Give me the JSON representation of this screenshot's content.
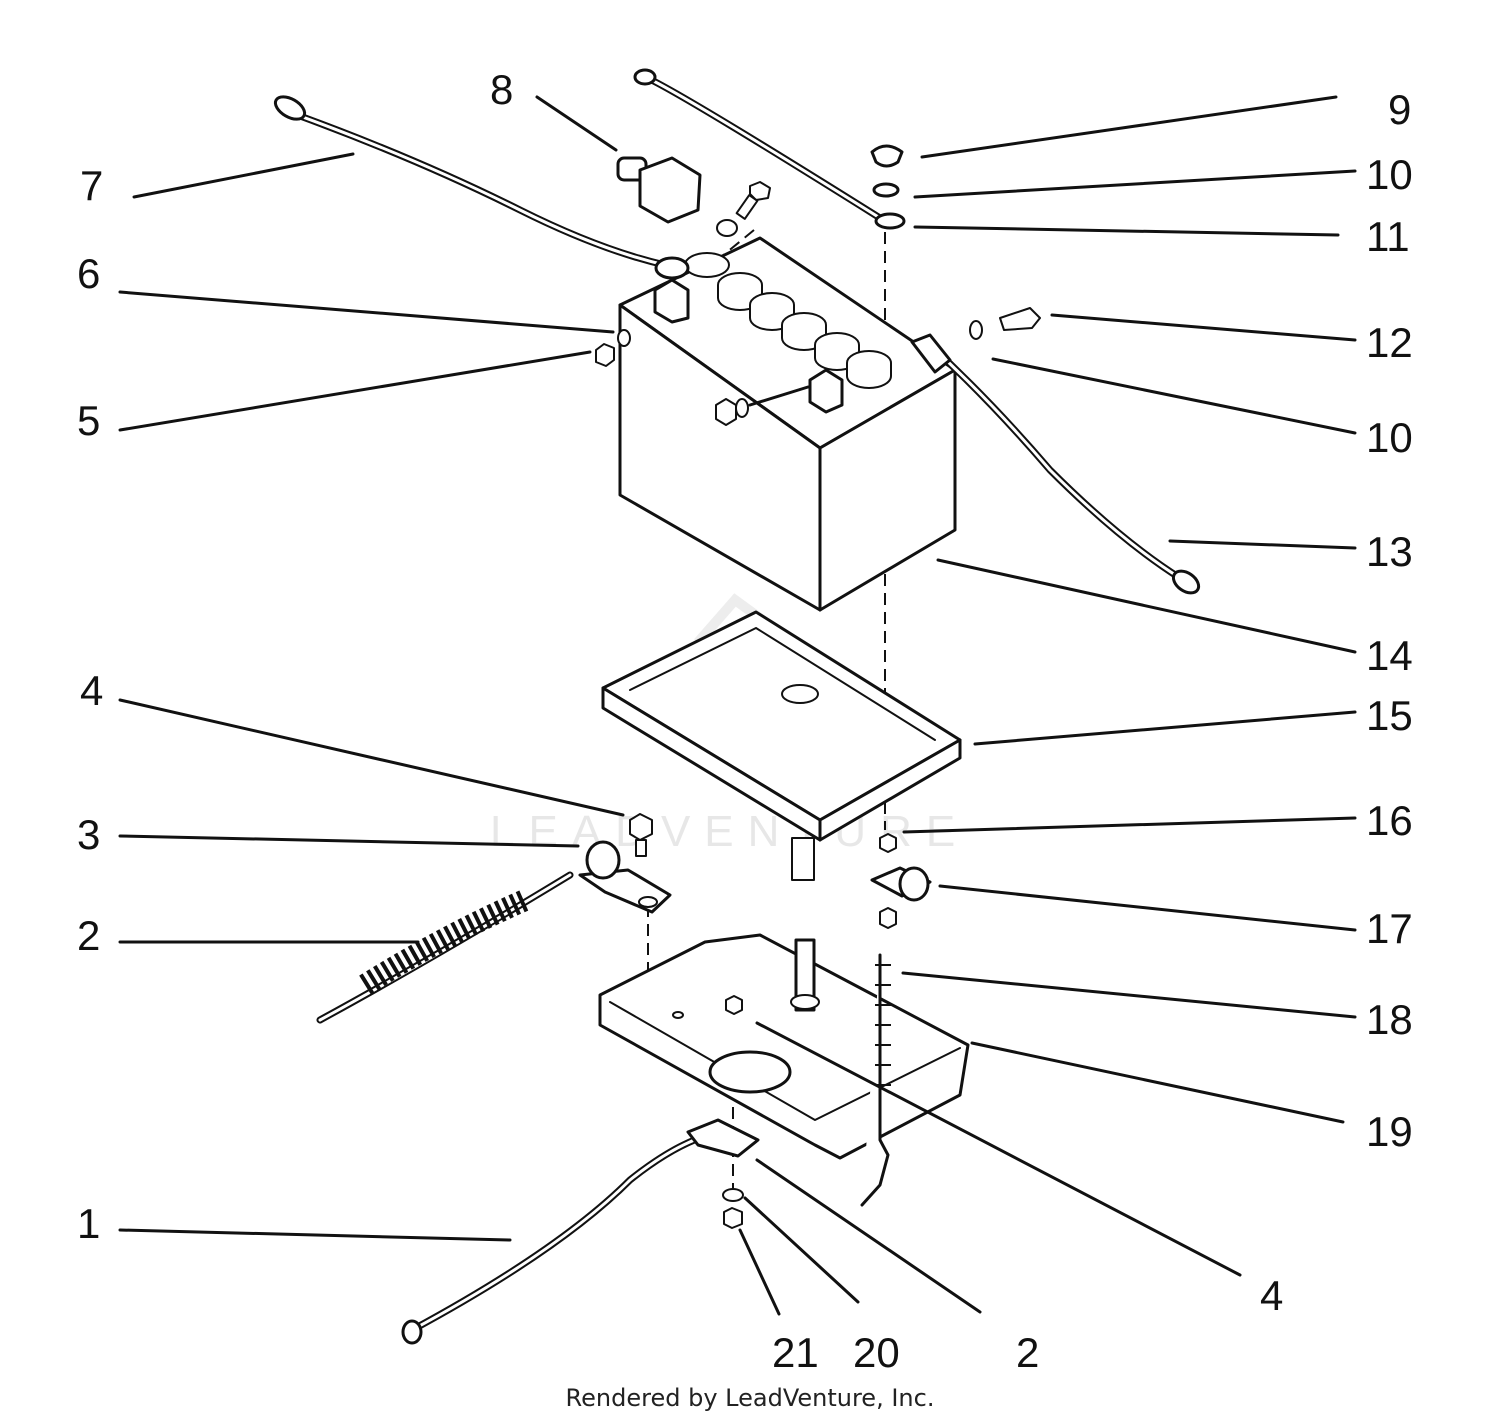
{
  "callouts": [
    {
      "label": "1"
    },
    {
      "label": "2"
    },
    {
      "label": "3"
    },
    {
      "label": "4"
    },
    {
      "label": "5"
    },
    {
      "label": "6"
    },
    {
      "label": "7"
    },
    {
      "label": "8"
    },
    {
      "label": "9"
    },
    {
      "label": "10"
    },
    {
      "label": "11"
    },
    {
      "label": "12"
    },
    {
      "label": "10"
    },
    {
      "label": "13"
    },
    {
      "label": "14"
    },
    {
      "label": "15"
    },
    {
      "label": "4"
    },
    {
      "label": "16"
    },
    {
      "label": "17"
    },
    {
      "label": "18"
    },
    {
      "label": "19"
    },
    {
      "label": "4"
    },
    {
      "label": "21"
    },
    {
      "label": "20"
    },
    {
      "label": "2"
    }
  ],
  "watermark": "LEADVENTURE",
  "credit": "Rendered by LeadVenture, Inc.",
  "colors": {
    "ink": "#111111",
    "paper": "#ffffff",
    "watermark": "#d4d4d4"
  }
}
